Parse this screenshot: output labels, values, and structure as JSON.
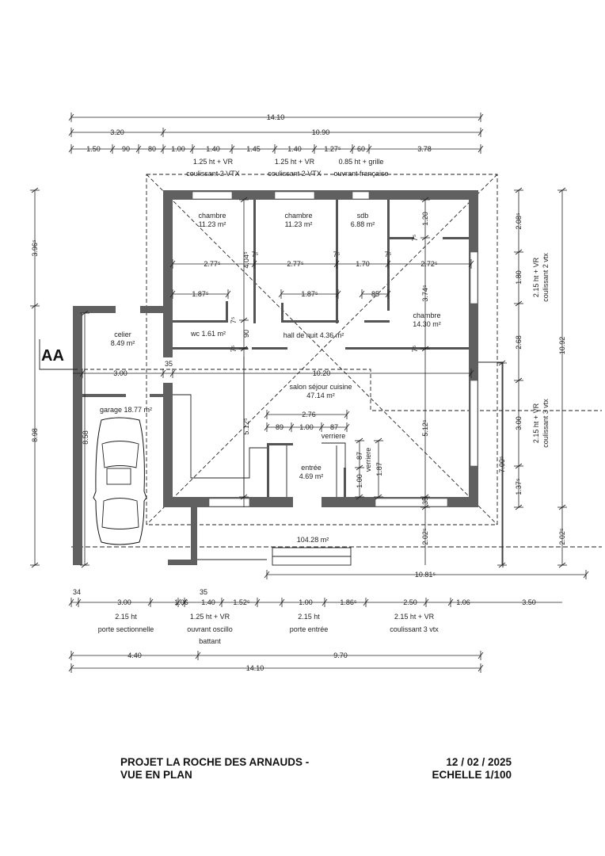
{
  "top_dims": {
    "overall": "14.10",
    "row2": [
      "3.20",
      "10.90"
    ],
    "row3": [
      "1.50",
      "90",
      "80",
      "1.00",
      "1.40",
      "1.45",
      "1.40",
      "1.27⁵",
      "60",
      "3.78"
    ],
    "windows": [
      {
        "line1": "1.25 ht + VR",
        "line2": "coulissant 2 VTX"
      },
      {
        "line1": "1.25 ht + VR",
        "line2": "coulissant 2 VTX"
      },
      {
        "line1": "0.85 ht + grille",
        "line2": "ouvrant française"
      }
    ]
  },
  "rooms": {
    "chambre1": {
      "name": "chambre",
      "area": "11.23 m²"
    },
    "chambre2": {
      "name": "chambre",
      "area": "11.23 m²"
    },
    "sdb": {
      "name": "sdb",
      "area": "6.88 m²"
    },
    "chambre3": {
      "name": "chambre",
      "area": "14.30 m²"
    },
    "wc": "wc 1.61 m²",
    "hall": "hall de nuit 4.36 m²",
    "celier": {
      "name": "celier",
      "area": "8.49 m²"
    },
    "garage": "garage 18.77 m²",
    "salon": {
      "name": "salon séjour cuisine",
      "area": "47.14 m²"
    },
    "entree": {
      "name": "entrée",
      "area": "4.69 m²"
    },
    "terrace": "104.28 m²"
  },
  "interior_dims": {
    "widths": [
      "2.77⁵",
      "2.77⁵",
      "1.70",
      "2.72⁵"
    ],
    "closets": [
      "1.87⁵",
      "1.87⁵",
      "85"
    ],
    "partitions": "7⁵",
    "hall_height": "4.04⁵",
    "wc_door": "90",
    "chambre_top": "1.20",
    "chambre_height": "3.74⁵",
    "celier_width": "3.00",
    "wall_35": "35",
    "salon_width": "10.20",
    "salon_height": "5.12⁵",
    "entree_width": "2.76",
    "entree_split": [
      "89",
      "1.00",
      "87"
    ],
    "verriere": "verriere",
    "verriere_side": [
      "87",
      "1.00",
      "1.87"
    ],
    "bottom_wall": "35",
    "terrace_depth": "2.02⁵",
    "terrace_width": "10.81⁵",
    "garage_depth": "8.58"
  },
  "left_dims": [
    "3.96⁵",
    "8.98"
  ],
  "section_mark": "AA",
  "right_dims": {
    "row1": [
      "2.08⁵",
      "1.80",
      "2.68",
      "3.00",
      "1.37⁵"
    ],
    "inner": "7.00⁵",
    "outer": [
      "10.92",
      "2.02⁵"
    ],
    "windows": [
      {
        "line1": "2.15 ht + VR",
        "line2": "coulissant 2 vtx"
      },
      {
        "line1": "2.15 ht + VR",
        "line2": "coulissant 3 vtx"
      }
    ]
  },
  "bottom_dims": {
    "small": [
      "34",
      "35"
    ],
    "row1": [
      "3.00",
      "1.06",
      "1.40",
      "1.52⁵",
      "1.00",
      "1.86⁵",
      "2.50",
      "1.06",
      "3.50"
    ],
    "openings": [
      {
        "line1": "2.15 ht",
        "line2": "porte sectionnelle",
        "line3": ""
      },
      {
        "line1": "1.25 ht + VR",
        "line2": "ouvrant oscillo",
        "line3": "battant"
      },
      {
        "line1": "2.15 ht",
        "line2": "porte entrée",
        "line3": ""
      },
      {
        "line1": "2.15 ht + VR",
        "line2": "coulissant 3 vtx",
        "line3": ""
      }
    ],
    "row2": [
      "4.40",
      "9.70"
    ],
    "overall": "14.10"
  },
  "title_block": {
    "project": "PROJET LA ROCHE DES ARNAUDS  -",
    "view": "VUE EN PLAN",
    "date": "12 / 02 / 2025",
    "scale": "ECHELLE 1/100"
  }
}
